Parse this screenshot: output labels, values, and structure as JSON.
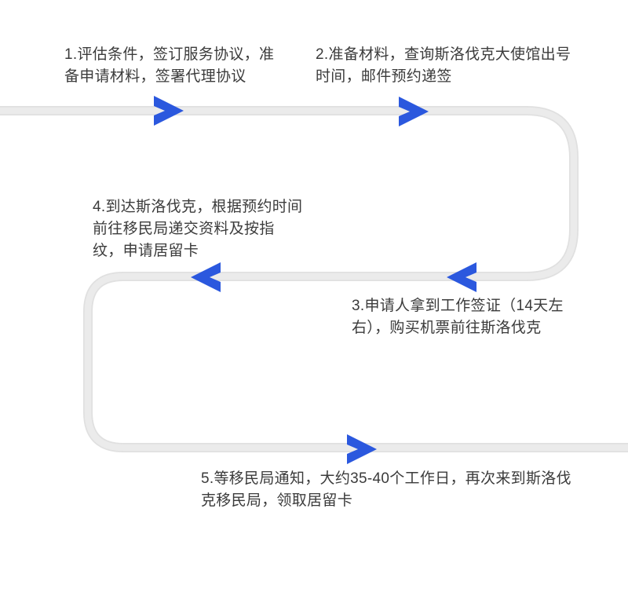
{
  "diagram": {
    "type": "flow",
    "background": "#ffffff",
    "colors": {
      "path_gray": "#ebebeb",
      "path_edge_gray": "#e0e0e0",
      "arrow_blue": "#2b58de",
      "text": "#3b3b3b"
    },
    "steps": [
      {
        "label": "1.评估条件，签订服务协议，准备申请材料，签署代理协议",
        "lines": [
          "1.评估条件，签订服务协议，准",
          "备申请材料，签署代理协议"
        ]
      },
      {
        "label": "2.准备材料，查询斯洛伐克大使馆出号时间，邮件预约递签",
        "lines": [
          "2.准备材料，查询斯洛伐克大使馆出号",
          "时间，邮件预约递签"
        ]
      },
      {
        "label": "3.申请人拿到工作签证（14天左右），购买机票前往斯洛伐克",
        "lines": [
          "3.申请人拿到工作签证（14天左",
          "右），购买机票前往斯洛伐克"
        ]
      },
      {
        "label": "4.到达斯洛伐克，根据预约时间前往移民局递交资料及按指纹，申请居留卡",
        "lines": [
          "4.到达斯洛伐克，根据预约时间",
          "前往移民局递交资料及按指",
          "纹，申请居留卡"
        ]
      },
      {
        "label": "5.等移民局通知，大约35-40个工作日，再次来到斯洛伐克移民局，领取居留卡",
        "lines": [
          "5.等移民局通知，大约35-40个工作日，再次来到斯洛伐",
          "克移民局，领取居留卡"
        ]
      }
    ],
    "arrows": [
      {
        "direction": "right"
      },
      {
        "direction": "right"
      },
      {
        "direction": "left"
      },
      {
        "direction": "left"
      },
      {
        "direction": "right"
      }
    ]
  }
}
